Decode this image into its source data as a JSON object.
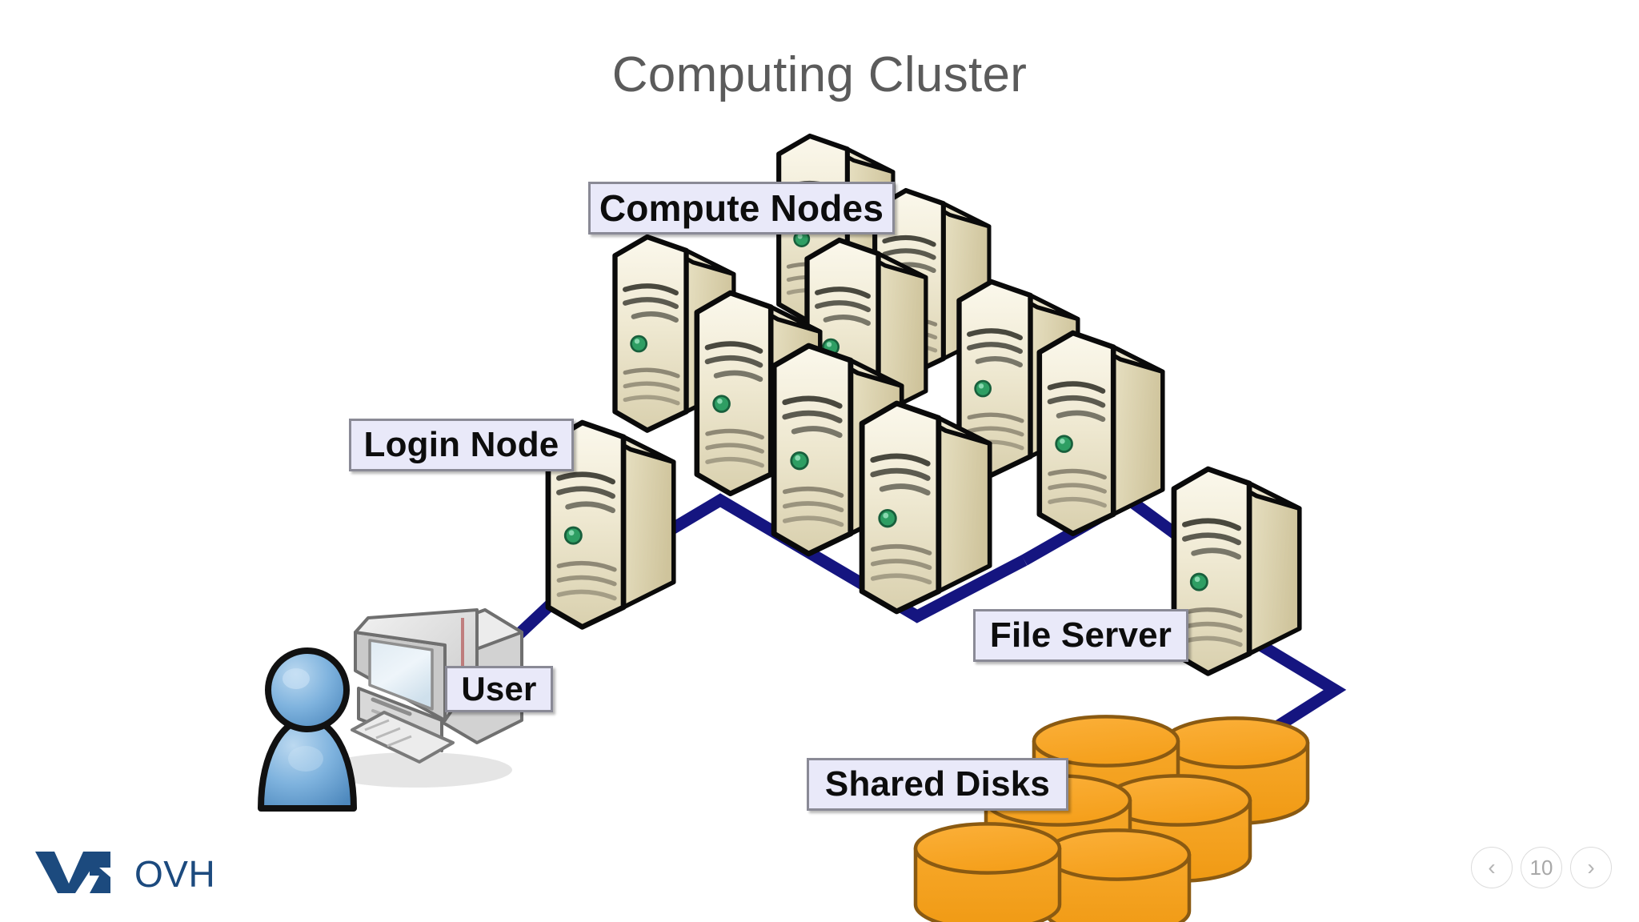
{
  "slide": {
    "title": "Computing Cluster",
    "background_color": "#ffffff"
  },
  "diagram": {
    "type": "network-topology",
    "link_color": "#151580",
    "label_background": "#e9e9f9",
    "label_border": "#8a8a96",
    "server_body_color": "#e8e2c8",
    "server_outline": "#111111",
    "server_led_color": "#2e9e63",
    "disk_color": "#f5a020",
    "disk_outline": "#8a5a12",
    "user_avatar_color": "#6aa7d8",
    "workstation_color": "#d8d8d8",
    "labels": {
      "compute_nodes": "Compute Nodes",
      "login_node": "Login Node",
      "user": "User",
      "file_server": "File Server",
      "shared_disks": "Shared Disks"
    },
    "nodes": [
      {
        "id": "user",
        "label": "User",
        "kind": "workstation",
        "count": 1
      },
      {
        "id": "login_node",
        "label": "Login Node",
        "kind": "server-tower",
        "count": 1
      },
      {
        "id": "compute_nodes",
        "label": "Compute Nodes",
        "kind": "server-tower",
        "count": 9
      },
      {
        "id": "file_server",
        "label": "File Server",
        "kind": "server-tower",
        "count": 1
      },
      {
        "id": "shared_disks",
        "label": "Shared Disks",
        "kind": "disk-cylinder",
        "count": 6
      }
    ],
    "links": [
      {
        "from": "user",
        "to": "login_node"
      },
      {
        "from": "login_node",
        "to": "compute_nodes"
      },
      {
        "from": "compute_nodes",
        "to": "file_server"
      },
      {
        "from": "file_server",
        "to": "shared_disks"
      }
    ]
  },
  "footer": {
    "brand": "OVH",
    "pager": {
      "prev_label": "‹",
      "page_number": "10",
      "next_label": "›"
    }
  }
}
